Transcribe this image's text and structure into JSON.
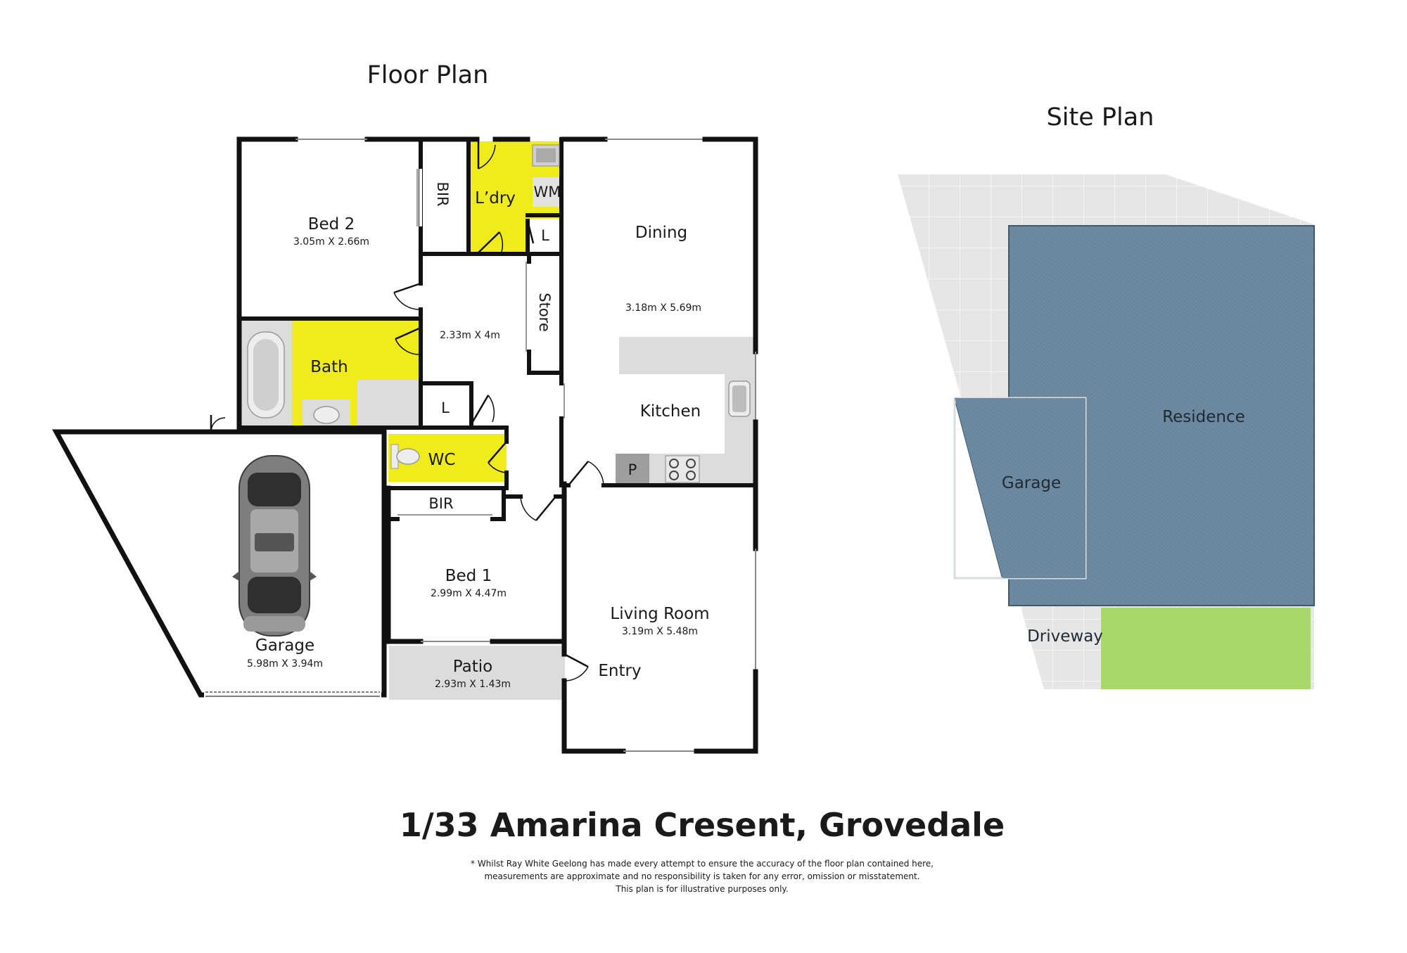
{
  "headings": {
    "floor_plan": "Floor Plan",
    "site_plan": "Site Plan"
  },
  "rooms": {
    "bed2": {
      "name": "Bed 2",
      "dims": "3.05m X 2.66m"
    },
    "bir_top": "BIR",
    "laundry": "L’dry",
    "wm": "WM",
    "linen_top": "L",
    "dining": {
      "name": "Dining",
      "dims": "3.18m X 5.69m"
    },
    "hall": {
      "dims": "2.33m X 4m"
    },
    "store": "Store",
    "bath": "Bath",
    "linen_mid": "L",
    "kitchen": "Kitchen",
    "wc": "WC",
    "pantry": "P",
    "bir_bottom": "BIR",
    "bed1": {
      "name": "Bed 1",
      "dims": "2.99m X 4.47m"
    },
    "garage": {
      "name": "Garage",
      "dims": "5.98m X 3.94m"
    },
    "patio": {
      "name": "Patio",
      "dims": "2.93m X 1.43m"
    },
    "living": {
      "name": "Living Room",
      "dims": "3.19m X 5.48m"
    },
    "entry": "Entry"
  },
  "site": {
    "residence": "Residence",
    "garage": "Garage",
    "driveway": "Driveway"
  },
  "colors": {
    "highlight": "#f0ec1c",
    "fixture_grey": "#dcdcdc",
    "site_residence": "#6d8aa0",
    "site_lawn": "#a9d86a",
    "site_paving": "#e6e6e6"
  },
  "address": "1/33 Amarina Cresent, Grovedale",
  "disclaimer": [
    "* Whilst Ray White Geelong has made every attempt to ensure the accuracy of the floor plan contained here,",
    "measurements are approximate and no responsibility is taken for any error, omission or misstatement.",
    "This plan is for illustrative purposes only."
  ]
}
